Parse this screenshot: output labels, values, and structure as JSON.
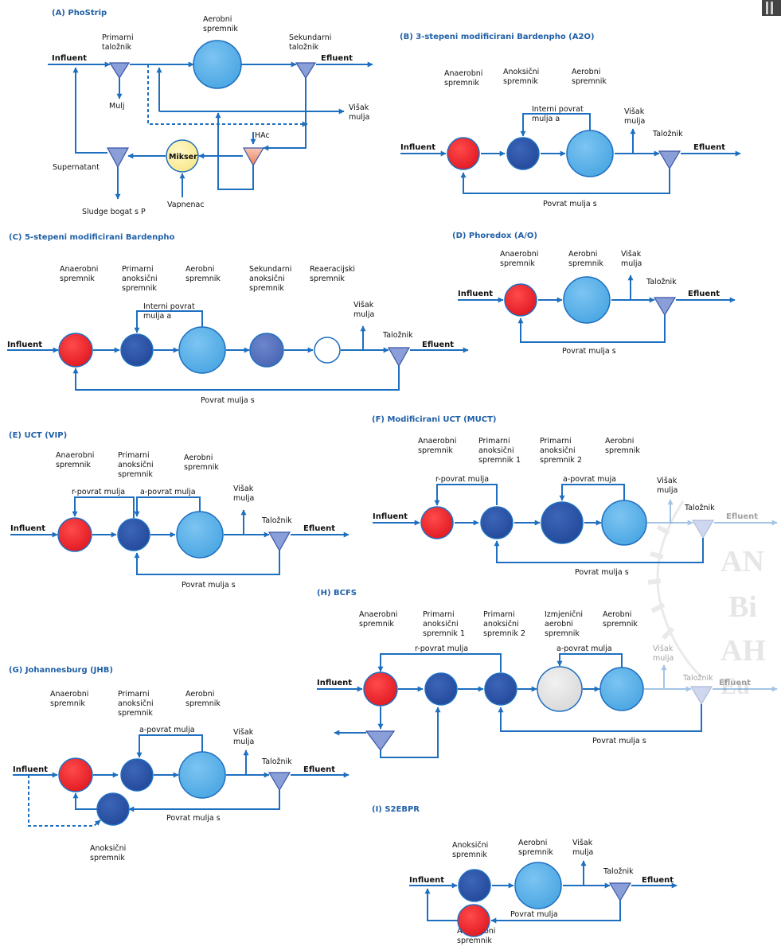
{
  "colors": {
    "line": "#1e6fc0",
    "title": "#2060a8",
    "anaerobni": "#e8202a",
    "anoksicni": "#2a52a5",
    "aerobni": "#58b0e8",
    "mikser": "#fdf1a0",
    "settler": "#8a9ed8"
  },
  "A": {
    "title": "(A) PhoStrip",
    "primarni_1": "Primarni",
    "primarni_2": "taložnik",
    "aerobni_1": "Aerobni",
    "aerobni_2": "spremnik",
    "sekundarni_1": "Sekundarni",
    "sekundarni_2": "taložnik",
    "influent": "Influent",
    "efluent": "Efluent",
    "mulj": "Mulj",
    "visak_1": "Višak",
    "visak_2": "mulja",
    "hac": "HAc",
    "mikser": "Mikser",
    "supernatant": "Supernatant",
    "vapnenac": "Vapnenac",
    "sludge": "Sludge bogat s P"
  },
  "B": {
    "title": "(B) 3-stepeni modificirani Bardenpho (A2O)",
    "anaer_1": "Anaerobni",
    "anaer_2": "spremnik",
    "anoks_1": "Anoksični",
    "anoks_2": "spremnik",
    "aer_1": "Aerobni",
    "aer_2": "spremnik",
    "interni_1": "Interni povrat",
    "interni_2": "mulja a",
    "visak_1": "Višak",
    "visak_2": "mulja",
    "talo": "Taložnik",
    "influent": "Influent",
    "efluent": "Efluent",
    "povrat": "Povrat mulja s"
  },
  "C": {
    "title": "(C) 5-stepeni modificirani Bardenpho",
    "anaer_1": "Anaerobni",
    "anaer_2": "spremnik",
    "prim_1": "Primarni",
    "prim_2": "anoksični",
    "prim_3": "spremnik",
    "aer_1": "Aerobni",
    "aer_2": "spremnik",
    "sek_1": "Sekundarni",
    "sek_2": "anoksični",
    "sek_3": "spremnik",
    "rea_1": "Reaeracijski",
    "rea_2": "spremnik",
    "interni_1": "Interni povrat",
    "interni_2": "mulja a",
    "visak_1": "Višak",
    "visak_2": "mulja",
    "talo": "Taložnik",
    "influent": "Influent",
    "efluent": "Efluent",
    "povrat": "Povrat mulja s"
  },
  "D": {
    "title": "(D) Phoredox (A/O)",
    "anaer_1": "Anaerobni",
    "anaer_2": "spremnik",
    "aer_1": "Aerobni",
    "aer_2": "spremnik",
    "visak_1": "Višak",
    "visak_2": "mulja",
    "talo": "Taložnik",
    "influent": "Influent",
    "efluent": "Efluent",
    "povrat": "Povrat mulja s"
  },
  "E": {
    "title": "(E) UCT (VIP)",
    "anaer_1": "Anaerobni",
    "anaer_2": "spremnik",
    "prim_1": "Primarni",
    "prim_2": "anoksični",
    "prim_3": "spremnik",
    "aer_1": "Aerobni",
    "aer_2": "spremnik",
    "r_povrat": "r-povrat mulja",
    "a_povrat": "a-povrat mulja",
    "visak_1": "Višak",
    "visak_2": "mulja",
    "talo": "Taložnik",
    "influent": "Influent",
    "efluent": "Efluent",
    "povrat": "Povrat mulja s"
  },
  "F": {
    "title": "(F) Modificirani UCT (MUCT)",
    "anaer_1": "Anaerobni",
    "anaer_2": "spremnik",
    "p1_1": "Primarni",
    "p1_2": "anoksični",
    "p1_3": "spremnik 1",
    "p2_1": "Primarni",
    "p2_2": "anoksični",
    "p2_3": "spremnik 2",
    "aer_1": "Aerobni",
    "aer_2": "spremnik",
    "r_povrat": "r-povrat mulja",
    "a_povrat": "a-povrat muja",
    "visak_1": "Višak",
    "visak_2": "mulja",
    "talo": "Taložnik",
    "influent": "Influent",
    "efluent": "Efluent",
    "povrat": "Povrat mulja s"
  },
  "G": {
    "title": "(G) Johannesburg (JHB)",
    "anaer_1": "Anaerobni",
    "anaer_2": "spremnik",
    "prim_1": "Primarni",
    "prim_2": "anoksični",
    "prim_3": "spremnik",
    "aer_1": "Aerobni",
    "aer_2": "spremnik",
    "a_povrat": "a-povrat mulja",
    "visak_1": "Višak",
    "visak_2": "mulja",
    "talo": "Taložnik",
    "influent": "Influent",
    "efluent": "Efluent",
    "povrat": "Povrat mulja s",
    "anoks_1": "Anoksični",
    "anoks_2": "spremnik"
  },
  "H": {
    "title": "(H) BCFS",
    "anaer_1": "Anaerobni",
    "anaer_2": "spremnik",
    "p1_1": "Primarni",
    "p1_2": "anoksični",
    "p1_3": "spremnik 1",
    "p2_1": "Primarni",
    "p2_2": "anoksični",
    "p2_3": "spremnik 2",
    "izm_1": "Izmjenični",
    "izm_2": "aerobni",
    "izm_3": "spremnik",
    "aer_1": "Aerobni",
    "aer_2": "spremnik",
    "r_povrat": "r-povrat mulja",
    "a_povrat": "a-povrat mulja",
    "visak_1": "Višak",
    "visak_2": "mulja",
    "talo": "Taložnik",
    "influent": "Influent",
    "efluent": "Efluent",
    "povrat": "Povrat mulja s"
  },
  "I": {
    "title": "(I) S2EBPR",
    "anoks_1": "Anoksični",
    "anoks_2": "spremnik",
    "aer_1": "Aerobni",
    "aer_2": "spremnik",
    "visak_1": "Višak",
    "visak_2": "mulja",
    "talo": "Taložnik",
    "influent": "Influent",
    "efluent": "Efluent",
    "povrat": "Povrat mulja",
    "anaer_1": "Anaerobni",
    "anaer_2": "spremnik"
  }
}
